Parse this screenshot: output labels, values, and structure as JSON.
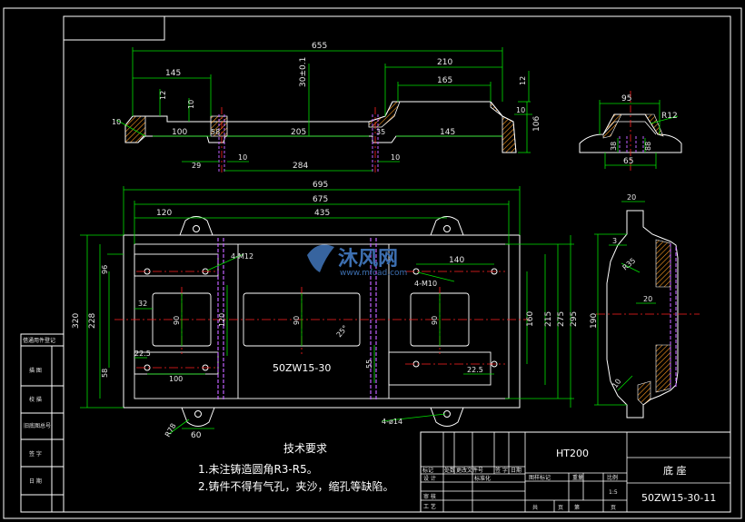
{
  "side_view": {
    "dims": [
      "655",
      "145",
      "210",
      "165",
      "30±0.1",
      "12",
      "10",
      "12",
      "10",
      "10",
      "100",
      "58",
      "205",
      "35",
      "145",
      "29",
      "10",
      "284",
      "10",
      "106"
    ]
  },
  "end_view": {
    "dims": [
      "95",
      "R12",
      "38",
      "88",
      "65"
    ]
  },
  "plan_view": {
    "dims": [
      "695",
      "675",
      "120",
      "435",
      "140",
      "32",
      "22.5",
      "100",
      "22.5",
      "58",
      "96",
      "320",
      "228",
      "90",
      "120",
      "90",
      "90",
      "160",
      "215",
      "275",
      "295",
      "55",
      "60",
      "R78"
    ],
    "hole_labels": [
      "4-M12",
      "4-M10",
      "4-ø14"
    ],
    "part_code": "50ZW15-30",
    "angle_label": "25°"
  },
  "section_view": {
    "dims": [
      "20",
      "3",
      "R35",
      "20",
      "190",
      "10"
    ]
  },
  "watermark": {
    "brand": "沐风网",
    "url": "www.mfcad.com"
  },
  "tech_notes": {
    "title": "技术要求",
    "items": [
      "1.未注铸造圆角R3-R5。",
      "2.铸件不得有气孔，夹沙，缩孔等缺陷。"
    ]
  },
  "left_panel": {
    "rows": [
      "借通用件登记",
      "描 图",
      "校 描",
      "旧底图总号",
      "签 字",
      "日 期"
    ]
  },
  "title_block": {
    "material": "HT200",
    "part_name": "底 座",
    "drawing_no": "50ZW15-30-11",
    "mid_headers": [
      "标记",
      "处数",
      "更改文件号",
      "签 字",
      "日期"
    ],
    "role_labels": [
      "设 计",
      "审 核",
      "工 艺"
    ],
    "std_label": "标准化",
    "stage_headers": [
      "图样标记",
      "重量",
      "比例"
    ],
    "scale": "1:5",
    "sheet_info": [
      "共",
      "页",
      "第",
      "页"
    ]
  },
  "colors": {
    "background": "#000000",
    "outline": "#ffffff",
    "dimension": "#00e000",
    "center_line": "#ff2020",
    "hatch": "#ff9b20",
    "hidden": "#c060ff",
    "watermark": "#3d6fb0"
  }
}
